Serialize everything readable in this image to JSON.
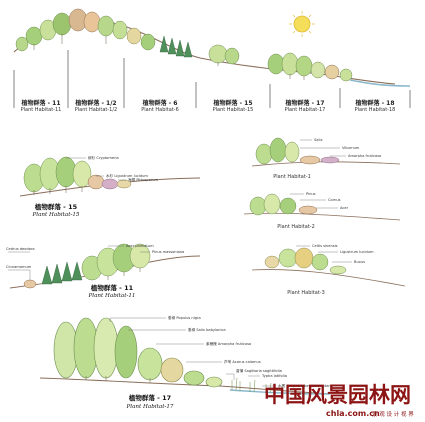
{
  "main_profile": {
    "habitats": [
      {
        "name": "植物群落 - 11",
        "code": "Plant Habitat-11"
      },
      {
        "name": "植物群落 - 1/2",
        "code": "Plant Habitat-1/2"
      },
      {
        "name": "植物群落 - 6",
        "code": "Plant Habitat-6"
      },
      {
        "name": "植物群落 - 15",
        "code": "Plant Habitat-15"
      },
      {
        "name": "植物群落 - 17",
        "code": "Plant Habitat-17"
      },
      {
        "name": "植物群落 - 18",
        "code": "Plant Habitat-18"
      }
    ]
  },
  "panel_15": {
    "caption_cn": "植物群落 - 15",
    "caption_en": "Plant Habitat-15",
    "callouts": [
      "柳杉 Cryptomeria",
      "水杉 Ligustrum lucidum",
      "海桐 Pittosporum"
    ]
  },
  "panel_11": {
    "caption_cn": "植物群落 - 11",
    "caption_en": "Plant Habitat-11",
    "callouts": [
      "Acer palmatum",
      "Pinus massoniana",
      "Cinnamomum",
      "Cedrus deodara"
    ]
  },
  "panel_17": {
    "caption_cn": "植物群落 - 17",
    "caption_en": "Plant Habitat-17",
    "callouts": [
      "垂柳 Populus nigra",
      "垂柳 Salix babylonica",
      "紫穗槐 Amorpha fruticosa",
      "芦苇 Acorus calamus",
      "香蒲 Sagittaria sagittifolia",
      "Typha latifolia",
      "水葱 Scirpus tabernaemontani"
    ]
  },
  "right_panels": [
    {
      "callouts": [
        "Salix",
        "Viburnum",
        "Amorpha fruticosa"
      ],
      "caption": "Plant Habitat-1"
    },
    {
      "callouts": [
        "Pinus",
        "Cornus",
        "Acer"
      ],
      "caption": "Plant Habitat-2"
    },
    {
      "callouts": [
        "Celtis sinensis",
        "Ligustrum lucidum",
        "Buxus"
      ],
      "caption": "Plant Habitat-3"
    }
  ],
  "watermark": {
    "main": "中国风景园林网",
    "url": "chla.com.cn",
    "sub": "景 观 设 计 视 界"
  },
  "colors": {
    "ground_line": "#8a6e5a",
    "watermark_red": "#8c1414",
    "sun": "#f2d23c"
  }
}
